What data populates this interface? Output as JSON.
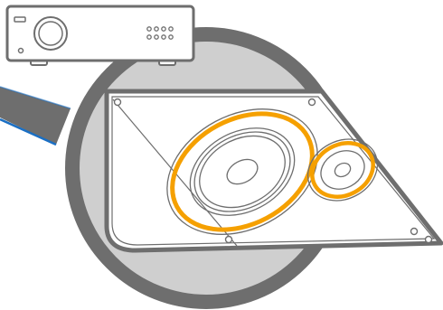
{
  "illustration": {
    "subject": "av-receiver-speaker-magnified",
    "receiver": {
      "icon": "av-receiver-icon",
      "dot_grid": {
        "rows": 2,
        "cols": 4
      }
    },
    "magnifier": {
      "icon": "magnifier-lens-icon"
    },
    "speaker": {
      "icon": "speaker-panel-icon",
      "woofer_rings": 5,
      "tweeter_rings": 3,
      "screw_count": 5
    },
    "cable": {
      "icon": "cable-icon"
    },
    "colors": {
      "outline": "#6e6e6e",
      "lens_fill": "#cfcfcf",
      "panel_fill": "#ffffff",
      "highlight": "#f5a000",
      "cable_fill": "#6e6e6e",
      "cable_edge": "#1a6fc4"
    }
  }
}
